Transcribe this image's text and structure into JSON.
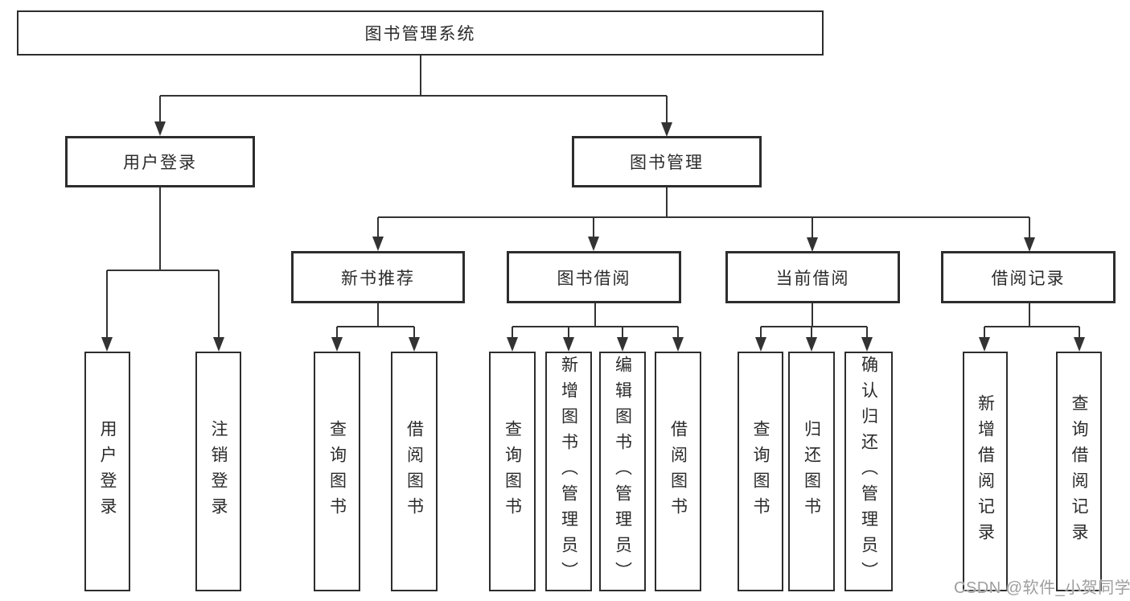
{
  "colors": {
    "line": "#333333",
    "box_border": "#2d2d2d",
    "text": "#2b2b2b",
    "background": "#ffffff",
    "watermark": "#9e9e9e"
  },
  "watermark": {
    "text": "CSDN @软件_小贺同学"
  },
  "diagram": {
    "root": {
      "label": "图书管理系统"
    },
    "branches": [
      {
        "label": "用户登录",
        "children": [
          {
            "label": "用户登录"
          },
          {
            "label": "注销登录"
          }
        ]
      },
      {
        "label": "图书管理",
        "children": [
          {
            "label": "新书推荐",
            "children": [
              {
                "label": "查询图书"
              },
              {
                "label": "借阅图书"
              }
            ]
          },
          {
            "label": "图书借阅",
            "children": [
              {
                "label": "查询图书"
              },
              {
                "label": "新增图书（管理员）"
              },
              {
                "label": "编辑图书（管理员）"
              },
              {
                "label": "借阅图书"
              }
            ]
          },
          {
            "label": "当前借阅",
            "children": [
              {
                "label": "查询图书"
              },
              {
                "label": "归还图书"
              },
              {
                "label": "确认归还（管理员）"
              }
            ]
          },
          {
            "label": "借阅记录",
            "children": [
              {
                "label": "新增借阅记录"
              },
              {
                "label": "查询借阅记录"
              }
            ]
          }
        ]
      }
    ]
  }
}
